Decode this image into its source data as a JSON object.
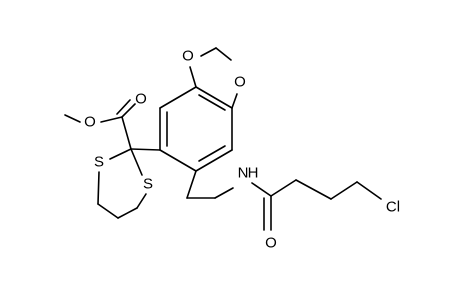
{
  "structure": {
    "labels": {
      "ester_o_double": "O",
      "ester_o_single": "O",
      "ring_o_upper": "O",
      "ring_o_lower": "O",
      "sulfur_left": "S",
      "sulfur_right": "S",
      "amide_nh": "N",
      "amide_nh_h": "H",
      "amide_o": "O",
      "chlorine": "Cl"
    }
  }
}
